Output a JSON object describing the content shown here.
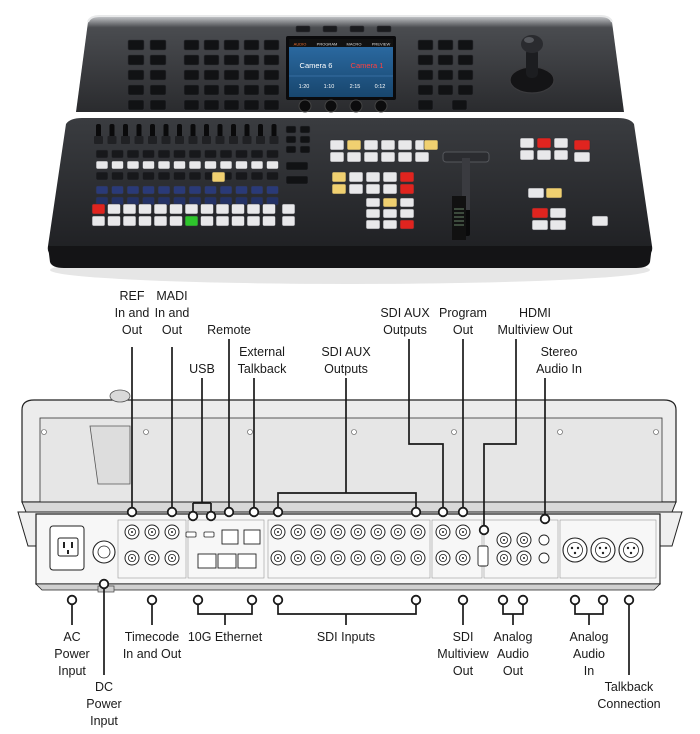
{
  "top_labels": [
    {
      "id": "ref",
      "text": "REF\nIn and\nOut"
    },
    {
      "id": "madi",
      "text": "MADI\nIn and\nOut"
    },
    {
      "id": "remote",
      "text": "Remote"
    },
    {
      "id": "usb",
      "text": "USB"
    },
    {
      "id": "talkback_ext",
      "text": "External\nTalkback"
    },
    {
      "id": "sdi_aux_center",
      "text": "SDI AUX\nOutputs"
    },
    {
      "id": "sdi_aux_right",
      "text": "SDI AUX\nOutputs"
    },
    {
      "id": "program",
      "text": "Program\nOut"
    },
    {
      "id": "hdmi",
      "text": "HDMI\nMultiview Out"
    },
    {
      "id": "stereo",
      "text": "Stereo\nAudio In"
    }
  ],
  "bottom_labels": [
    {
      "id": "ac",
      "text": "AC\nPower\nInput"
    },
    {
      "id": "dc",
      "text": "DC\nPower\nInput"
    },
    {
      "id": "timecode",
      "text": "Timecode\nIn and Out"
    },
    {
      "id": "ethernet",
      "text": "10G Ethernet"
    },
    {
      "id": "sdi_inputs",
      "text": "SDI Inputs"
    },
    {
      "id": "multiview",
      "text": "SDI\nMultiview\nOut"
    },
    {
      "id": "analog_out",
      "text": "Analog\nAudio\nOut"
    },
    {
      "id": "analog_in",
      "text": "Analog\nAudio\nIn"
    },
    {
      "id": "talkback_conn",
      "text": "Talkback\nConnection"
    }
  ],
  "lcd": {
    "tabs": [
      "AUDIO",
      "PROGRAM",
      "MACRO",
      "PREVIEW"
    ],
    "preview_label": "Camera 6",
    "program_label": "Camera 1",
    "timecodes": [
      "1:20",
      "1:10",
      "2:15",
      "0:12"
    ]
  },
  "colors": {
    "lit_red": "#e0241f",
    "lit_yellow": "#f0d070",
    "lit_green": "#2ec52c",
    "line": "#1a1a1a"
  }
}
